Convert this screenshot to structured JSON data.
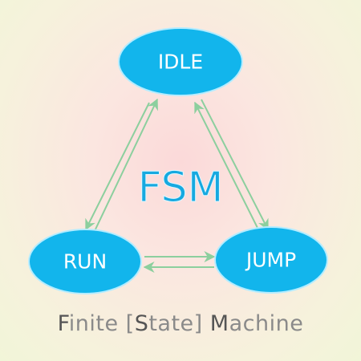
{
  "diagram": {
    "center_title": "FSM",
    "nodes": {
      "idle": "IDLE",
      "run": "RUN",
      "jump": "JUMP"
    },
    "edges": [
      {
        "from": "idle",
        "to": "run"
      },
      {
        "from": "run",
        "to": "idle"
      },
      {
        "from": "idle",
        "to": "jump"
      },
      {
        "from": "jump",
        "to": "idle"
      },
      {
        "from": "run",
        "to": "jump"
      },
      {
        "from": "jump",
        "to": "run"
      }
    ],
    "colors": {
      "node_fill": "#12b5ec",
      "edge": "#8ccf9e",
      "title": "#16a9e0"
    }
  },
  "caption": {
    "part1_initial": "F",
    "part1_rest": "inite [",
    "part2_initial": "S",
    "part2_rest": "tate] ",
    "part3_initial": "M",
    "part3_rest": "achine"
  }
}
